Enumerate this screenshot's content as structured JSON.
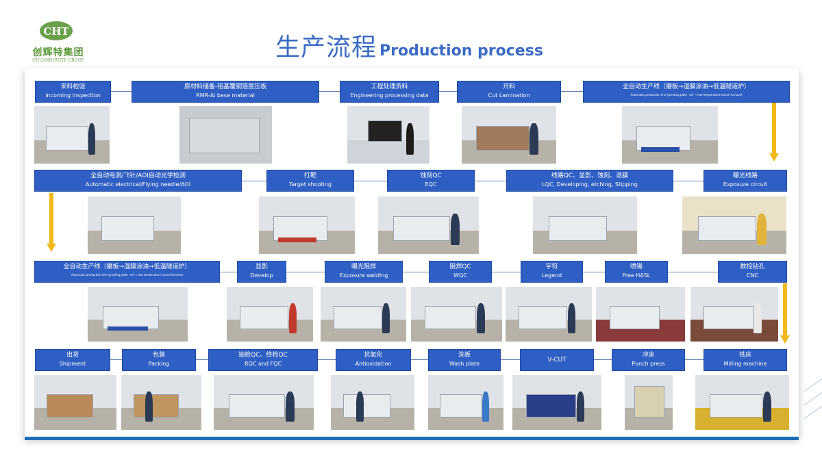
{
  "logo": {
    "mark": "CHT",
    "cn": "创辉特集团",
    "en": "CHUANGHUITE GROUP"
  },
  "title": {
    "cn": "生产流程",
    "en": "Production process"
  },
  "colors": {
    "step_bg": "#2f5fc4",
    "title": "#3a6bc4",
    "arrow": "#f2b81c",
    "logo": "#5a9a3a"
  },
  "rows": [
    {
      "steps": [
        {
          "cn": "来料检验",
          "en": "Incoming inspection"
        },
        {
          "cn": "原材料储备-铝基覆铜箔层压板",
          "en": "RMR-Al base material"
        },
        {
          "cn": "工程处理资料",
          "en": "Engineering processing data"
        },
        {
          "cn": "开料",
          "en": "Cut Lamination"
        },
        {
          "cn": "全自动生产线（磨板→湿膜涂油→低温隧道炉）",
          "en": "Automatic production line (grinding plate →oil → low temperature tunnel furnace)"
        }
      ]
    },
    {
      "steps": [
        {
          "cn": "全自动电测/飞针/AOI自动光学检测",
          "en": "Automatic electrical/Flying needle/AOI"
        },
        {
          "cn": "打靶",
          "en": "Target shooting"
        },
        {
          "cn": "蚀刻QC",
          "en": "EQC"
        },
        {
          "cn": "线路QC、显影、蚀刻、退膜",
          "en": "LQC, Developing, etching, Stipping"
        },
        {
          "cn": "曝光线路",
          "en": "Exposure circuit"
        }
      ]
    },
    {
      "steps": [
        {
          "cn": "全自动生产线（磨板→湿膜涂油→低温隧道炉）",
          "en": "Automatic production line (grinding plate →oil → low temperature tunnel furnace)"
        },
        {
          "cn": "显影",
          "en": "Develop"
        },
        {
          "cn": "曝光阻焊",
          "en": "Exposure welding"
        },
        {
          "cn": "阻焊QC",
          "en": "WQC"
        },
        {
          "cn": "字符",
          "en": "Legend"
        },
        {
          "cn": "喷锡",
          "en": "Free HASL"
        },
        {
          "cn": "数控钻孔",
          "en": "CNC"
        }
      ]
    },
    {
      "steps": [
        {
          "cn": "出货",
          "en": "Shipment"
        },
        {
          "cn": "包装",
          "en": "Packing"
        },
        {
          "cn": "抽检QC、终检QC",
          "en": "RQC and FQC"
        },
        {
          "cn": "抗氧化",
          "en": "Antioxidation"
        },
        {
          "cn": "洗板",
          "en": "Wash plate"
        },
        {
          "cn": "V-CUT",
          "en": ""
        },
        {
          "cn": "冲床",
          "en": "Punch press"
        },
        {
          "cn": "铣床",
          "en": "Milling machine"
        }
      ]
    }
  ],
  "photos": [
    "incoming-inspection",
    "base-material",
    "engineering-data",
    "cut-lamination",
    "auto-line-1",
    "electrical-test",
    "target-shooting",
    "etching-qc",
    "lqc-developing",
    "exposure-circuit",
    "auto-line-2",
    "develop",
    "exposure-welding",
    "wqc",
    "legend",
    "free-hasl",
    "cnc",
    "shipment",
    "packing",
    "rqc-fqc",
    "antioxidation",
    "wash-plate",
    "v-cut",
    "punch-press",
    "milling-machine"
  ]
}
